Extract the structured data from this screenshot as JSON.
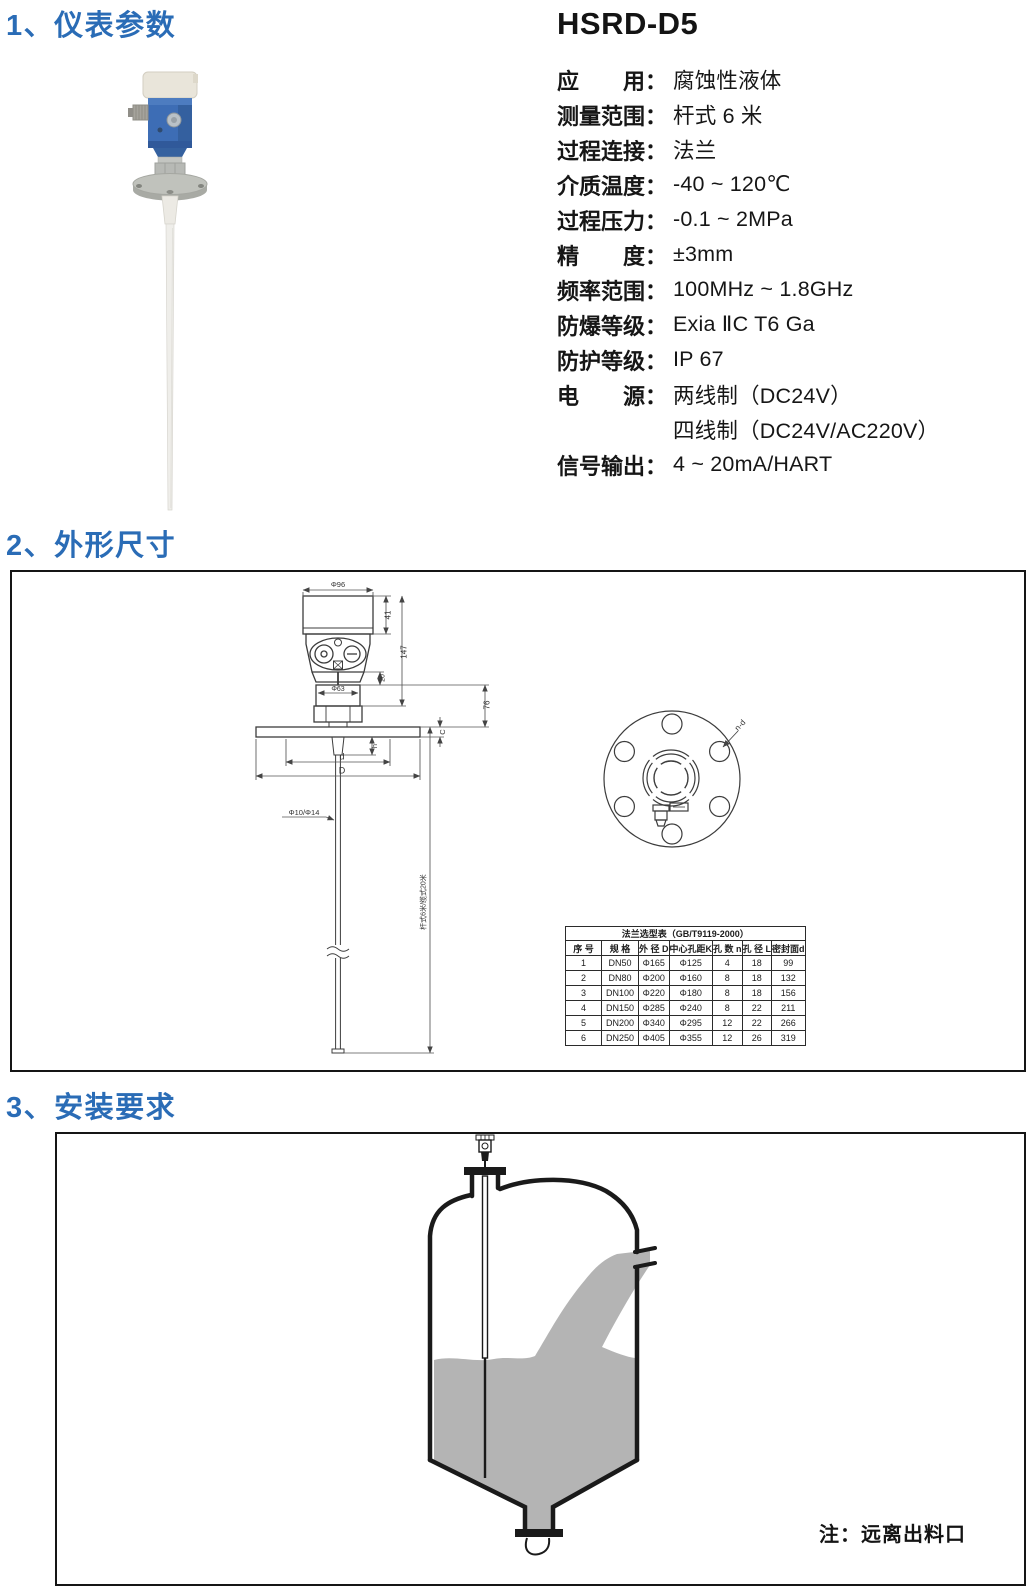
{
  "section1": {
    "heading": "1、仪表参数",
    "model": "HSRD-D5",
    "specs": [
      {
        "label": "应　　用：",
        "value": "腐蚀性液体"
      },
      {
        "label": "测量范围：",
        "value": "杆式 6 米"
      },
      {
        "label": "过程连接：",
        "value": "法兰"
      },
      {
        "label": "介质温度：",
        "value": "-40 ~ 120℃"
      },
      {
        "label": "过程压力：",
        "value": "-0.1 ~ 2MPa"
      },
      {
        "label": "精　　度：",
        "value": "±3mm"
      },
      {
        "label": "频率范围：",
        "value": "100MHz ~ 1.8GHz"
      },
      {
        "label": "防爆等级：",
        "value": "Exia ⅡC T6 Ga"
      },
      {
        "label": "防护等级：",
        "value": "IP 67"
      },
      {
        "label": "电　　源：",
        "value": "两线制（DC24V）"
      },
      {
        "label": "",
        "value": "四线制（DC24V/AC220V）"
      },
      {
        "label": "信号输出：",
        "value": "4 ~ 20mA/HART"
      }
    ]
  },
  "section2": {
    "heading": "2、外形尺寸",
    "dims": {
      "top_dia": "Φ96",
      "cap_h": "41",
      "body_h": "147",
      "neck_h": "20",
      "thread_dia": "Φ63",
      "h76": "76",
      "c": "C",
      "h": "h",
      "d": "d",
      "D": "D",
      "rod_dia": "Φ10/Φ14",
      "probe_len": "杆式6米/缆式20米",
      "bolt": "n-d"
    },
    "table": {
      "title": "法兰选型表（GB/T9119-2000）",
      "headers": [
        "序 号",
        "规 格",
        "外 径 D",
        "中心孔距K",
        "孔 数 n",
        "孔 径 L",
        "密封面d"
      ],
      "rows": [
        {
          "no": "1",
          "spec": "DN50",
          "od": "Φ165",
          "k": "Φ125",
          "n": "4",
          "l": "18",
          "d": "99"
        },
        {
          "no": "2",
          "spec": "DN80",
          "od": "Φ200",
          "k": "Φ160",
          "n": "8",
          "l": "18",
          "d": "132"
        },
        {
          "no": "3",
          "spec": "DN100",
          "od": "Φ220",
          "k": "Φ180",
          "n": "8",
          "l": "18",
          "d": "156"
        },
        {
          "no": "4",
          "spec": "DN150",
          "od": "Φ285",
          "k": "Φ240",
          "n": "8",
          "l": "22",
          "d": "211"
        },
        {
          "no": "5",
          "spec": "DN200",
          "od": "Φ340",
          "k": "Φ295",
          "n": "12",
          "l": "22",
          "d": "266"
        },
        {
          "no": "6",
          "spec": "DN250",
          "od": "Φ405",
          "k": "Φ355",
          "n": "12",
          "l": "26",
          "d": "319"
        }
      ]
    }
  },
  "section3": {
    "heading": "3、安装要求",
    "note": "注：远离出料口"
  }
}
